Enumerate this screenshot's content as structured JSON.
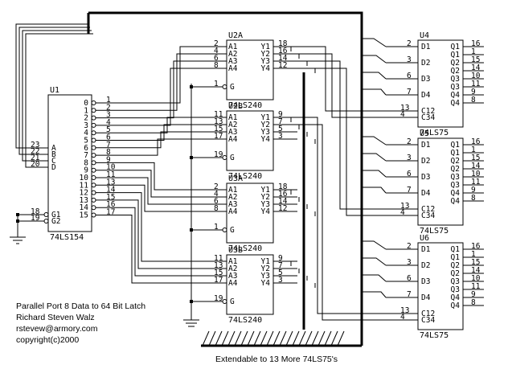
{
  "title_lines": [
    "Parallel Port 8 Data  to 64 Bit Latch",
    "Richard Steven Walz",
    "rstevew@armory.com",
    "copyright(c)2000"
  ],
  "footer": "Extendable to 13 More 74LS75's",
  "u1": {
    "ref": "U1",
    "part": "74LS154",
    "in_pins": [
      "23",
      "22",
      "21",
      "20"
    ],
    "in_labels": [
      "A",
      "B",
      "C",
      "D"
    ],
    "g_pins": [
      "18",
      "19"
    ],
    "g_labels": [
      "G1",
      "G2"
    ],
    "out_labels": [
      "0",
      "1",
      "2",
      "3",
      "4",
      "5",
      "6",
      "7",
      "8",
      "9",
      "10",
      "11",
      "12",
      "13",
      "14",
      "15"
    ],
    "out_pins": [
      "1",
      "2",
      "3",
      "4",
      "5",
      "6",
      "7",
      "8",
      "9",
      "10",
      "11",
      "13",
      "14",
      "15",
      "16",
      "17"
    ]
  },
  "buffers": [
    {
      "ref": "U2A",
      "part": "74LS240",
      "a_pins": [
        "2",
        "4",
        "6",
        "8"
      ],
      "a_labels": [
        "A1",
        "A2",
        "A3",
        "A4"
      ],
      "y_labels": [
        "Y1",
        "Y2",
        "Y3",
        "Y4"
      ],
      "y_pins": [
        "18",
        "16",
        "14",
        "12"
      ],
      "g_pin": "1",
      "g_label": "G"
    },
    {
      "ref": "U2B",
      "part": "74LS240",
      "a_pins": [
        "11",
        "13",
        "15",
        "17"
      ],
      "a_labels": [
        "A1",
        "A2",
        "A3",
        "A4"
      ],
      "y_labels": [
        "Y1",
        "Y2",
        "Y3",
        "Y4"
      ],
      "y_pins": [
        "9",
        "7",
        "5",
        "3"
      ],
      "g_pin": "19",
      "g_label": "G"
    },
    {
      "ref": "U3A",
      "part": "74LS240",
      "a_pins": [
        "2",
        "4",
        "6",
        "8"
      ],
      "a_labels": [
        "A1",
        "A2",
        "A3",
        "A4"
      ],
      "y_labels": [
        "Y1",
        "Y2",
        "Y3",
        "Y4"
      ],
      "y_pins": [
        "18",
        "16",
        "14",
        "12"
      ],
      "g_pin": "1",
      "g_label": "G"
    },
    {
      "ref": "U3B",
      "part": "74LS240",
      "a_pins": [
        "11",
        "13",
        "15",
        "17"
      ],
      "a_labels": [
        "A1",
        "A2",
        "A3",
        "A4"
      ],
      "y_labels": [
        "Y1",
        "Y2",
        "Y3",
        "Y4"
      ],
      "y_pins": [
        "9",
        "7",
        "5",
        "3"
      ],
      "g_pin": "19",
      "g_label": "G"
    }
  ],
  "latches": [
    {
      "ref": "U4",
      "part": "74LS75",
      "d_pins": [
        "2",
        "3",
        "6",
        "7"
      ],
      "d_labels": [
        "D1",
        "D2",
        "D3",
        "D4"
      ],
      "c_pins": [
        "13",
        "4"
      ],
      "c_labels": [
        "C12",
        "C34"
      ],
      "q_labels": [
        "Q1",
        "Q1",
        "Q2",
        "Q2",
        "Q3",
        "Q3",
        "Q4",
        "Q4"
      ],
      "q_pins": [
        "16",
        "1",
        "15",
        "14",
        "10",
        "11",
        "9",
        "8"
      ]
    },
    {
      "ref": "U5",
      "part": "74LS75",
      "d_pins": [
        "2",
        "3",
        "6",
        "7"
      ],
      "d_labels": [
        "D1",
        "D2",
        "D3",
        "D4"
      ],
      "c_pins": [
        "13",
        "4"
      ],
      "c_labels": [
        "C12",
        "C34"
      ],
      "q_labels": [
        "Q1",
        "Q1",
        "Q2",
        "Q2",
        "Q3",
        "Q3",
        "Q4",
        "Q4"
      ],
      "q_pins": [
        "16",
        "1",
        "15",
        "14",
        "10",
        "11",
        "9",
        "8"
      ]
    },
    {
      "ref": "U6",
      "part": "74LS75",
      "d_pins": [
        "2",
        "3",
        "6",
        "7"
      ],
      "d_labels": [
        "D1",
        "D2",
        "D3",
        "D4"
      ],
      "c_pins": [
        "13",
        "4"
      ],
      "c_labels": [
        "C12",
        "C34"
      ],
      "q_labels": [
        "Q1",
        "Q1",
        "Q2",
        "Q2",
        "Q3",
        "Q3",
        "Q4",
        "Q4"
      ],
      "q_pins": [
        "16",
        "1",
        "15",
        "14",
        "10",
        "11",
        "9",
        "8"
      ]
    }
  ]
}
